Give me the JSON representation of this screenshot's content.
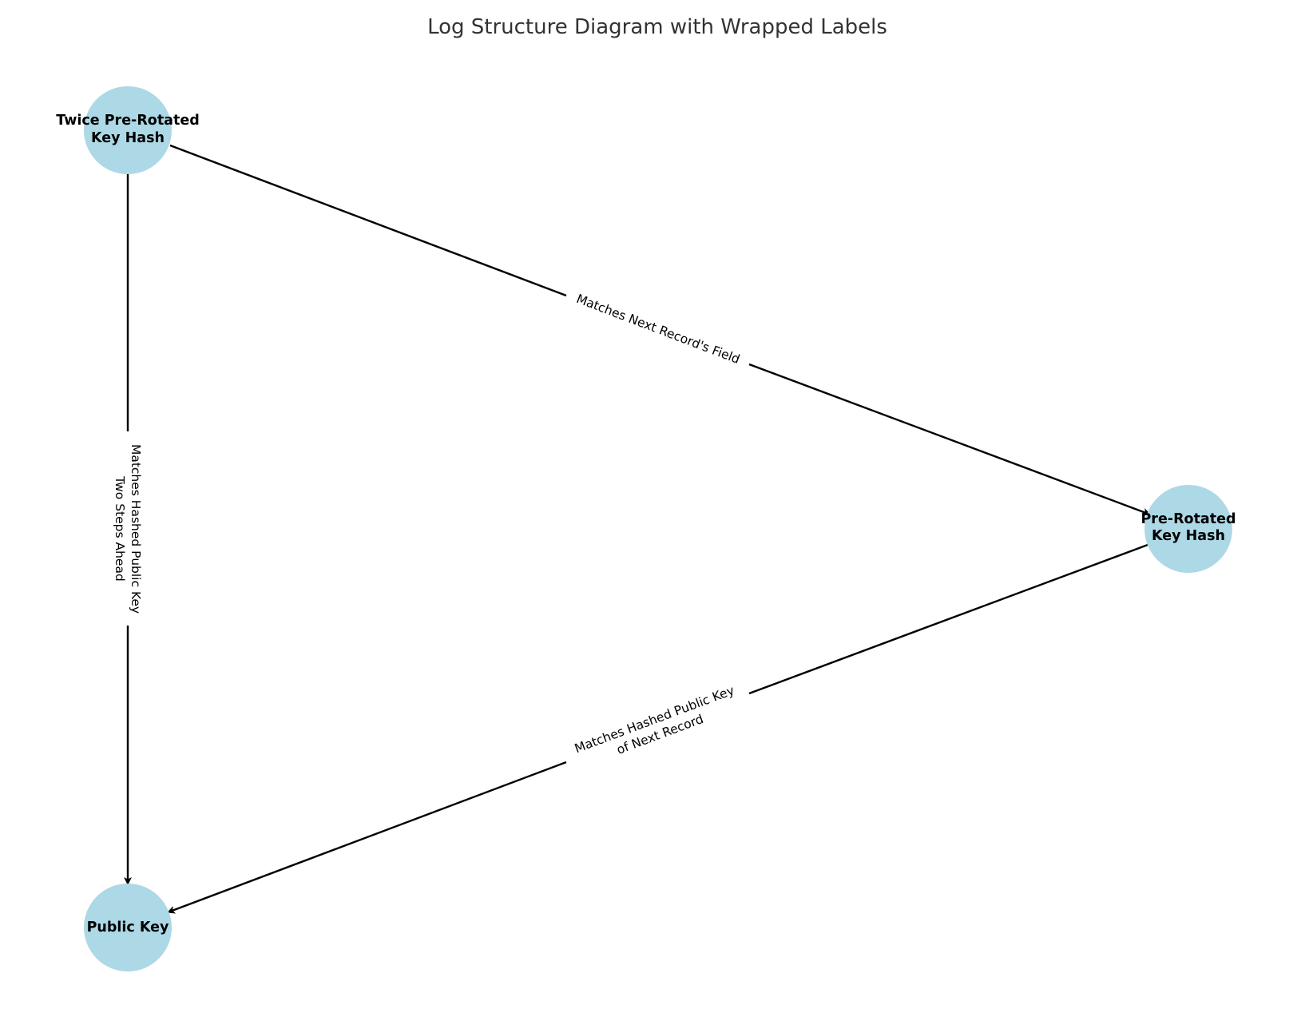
{
  "diagram": {
    "title": "Log Structure Diagram with Wrapped Labels",
    "colors": {
      "node_fill": "#add8e6",
      "edge": "#000000",
      "background": "#ffffff"
    },
    "nodes": {
      "twice": {
        "line1": "Twice Pre-Rotated",
        "line2": "Key Hash"
      },
      "pre": {
        "line1": "Pre-Rotated",
        "line2": "Key Hash"
      },
      "pub": {
        "line1": "Public Key"
      }
    },
    "edges": {
      "twice_to_pre": {
        "line1": "Matches Next Record's Field"
      },
      "twice_to_pub": {
        "line1": "Matches Hashed Public Key",
        "line2": "Two Steps Ahead"
      },
      "pre_to_pub": {
        "line1": "Matches Hashed Public Key",
        "line2": "of Next Record"
      }
    }
  }
}
